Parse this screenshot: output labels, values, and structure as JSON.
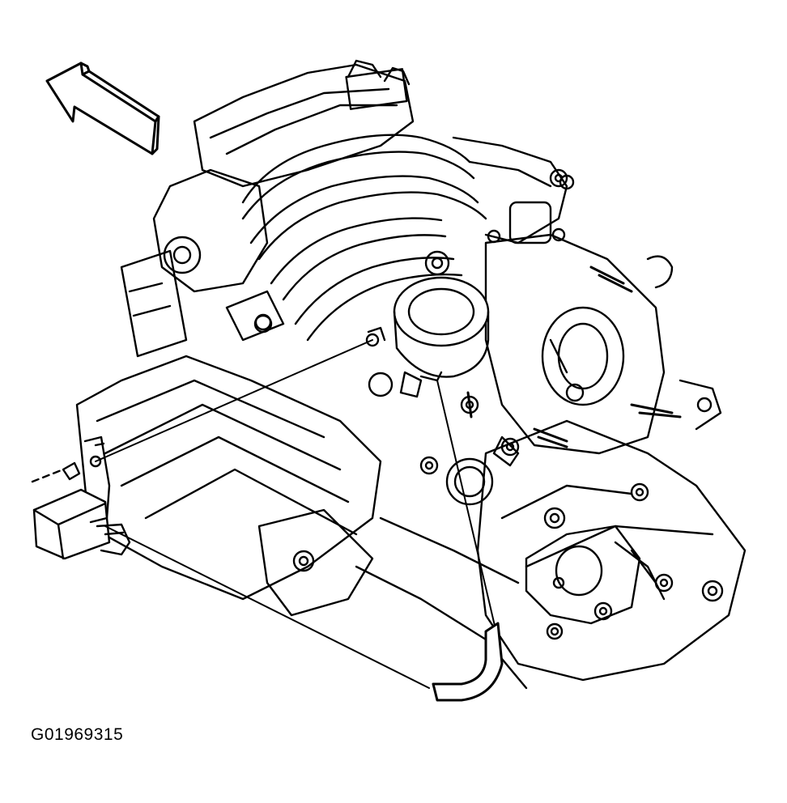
{
  "figure": {
    "id_label": "G01969315"
  },
  "colors": {
    "line": "#000000",
    "background": "#ffffff"
  },
  "components": [
    {
      "name": "direction-arrow-icon"
    },
    {
      "name": "engine-block"
    },
    {
      "name": "intake-manifold"
    },
    {
      "name": "fuel-injector-lines"
    },
    {
      "name": "throttle-body"
    },
    {
      "name": "evap-purge-canister"
    },
    {
      "name": "bellhousing-flange"
    },
    {
      "name": "solenoid-valve-assembly"
    },
    {
      "name": "mounting-bolt"
    },
    {
      "name": "vacuum-hose"
    }
  ]
}
